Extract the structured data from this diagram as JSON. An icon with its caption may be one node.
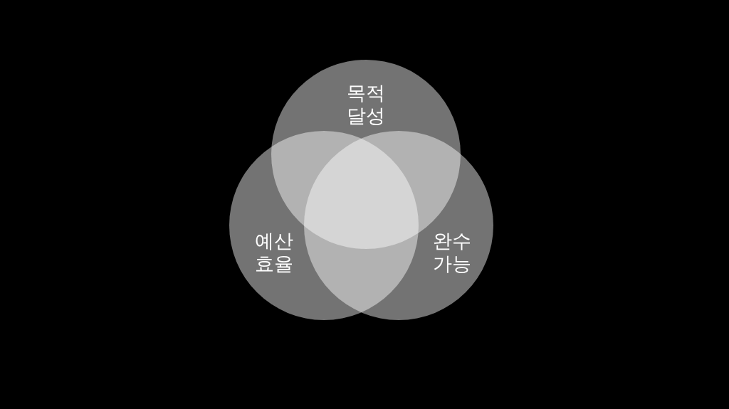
{
  "diagram": {
    "nodes": [
      {
        "text": [
          "목적 달성"
        ]
      },
      {
        "text": [
          "예산 효율"
        ]
      },
      {
        "text": [
          "완수 가능"
        ]
      }
    ]
  }
}
